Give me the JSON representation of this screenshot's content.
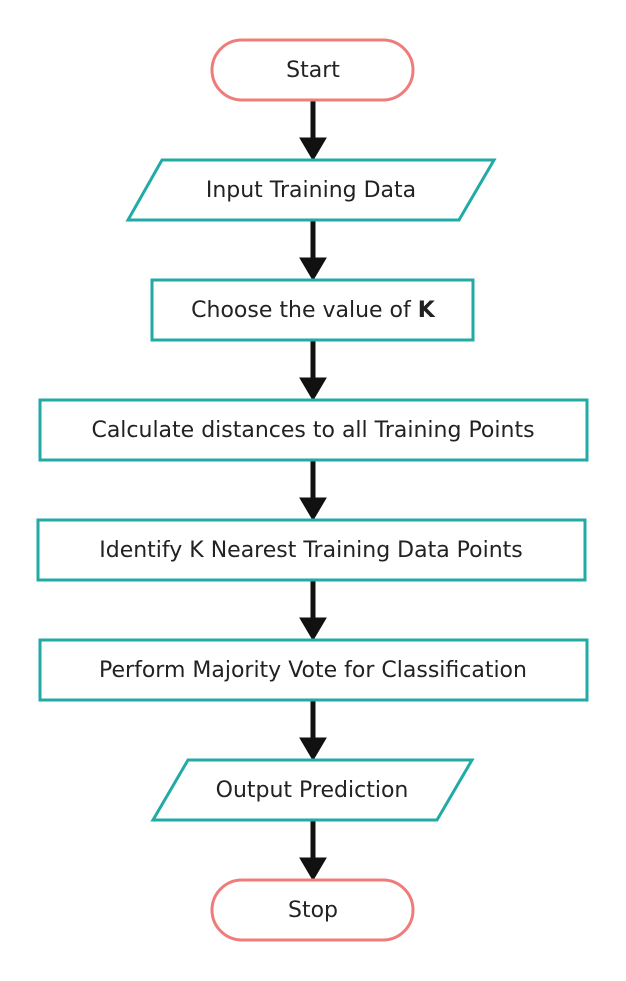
{
  "colors": {
    "terminal_stroke": "#f07c7a",
    "step_stroke": "#22aaa6",
    "arrow": "#111111",
    "text": "#222222"
  },
  "nodes": {
    "start": {
      "label": "Start",
      "shape": "terminal"
    },
    "input_data": {
      "label": "Input Training Data",
      "shape": "parallelogram"
    },
    "choose_k": {
      "label": "Choose the value of ",
      "label_bold": "K",
      "shape": "process"
    },
    "calc_distances": {
      "label": "Calculate distances to all Training Points",
      "shape": "process"
    },
    "identify_neighbors": {
      "label": "Identify K Nearest Training Data Points",
      "shape": "process"
    },
    "majority_vote": {
      "label": "Perform Majority Vote for Classification",
      "shape": "process"
    },
    "output_prediction": {
      "label": "Output Prediction",
      "shape": "parallelogram"
    },
    "stop": {
      "label": "Stop",
      "shape": "terminal"
    }
  }
}
